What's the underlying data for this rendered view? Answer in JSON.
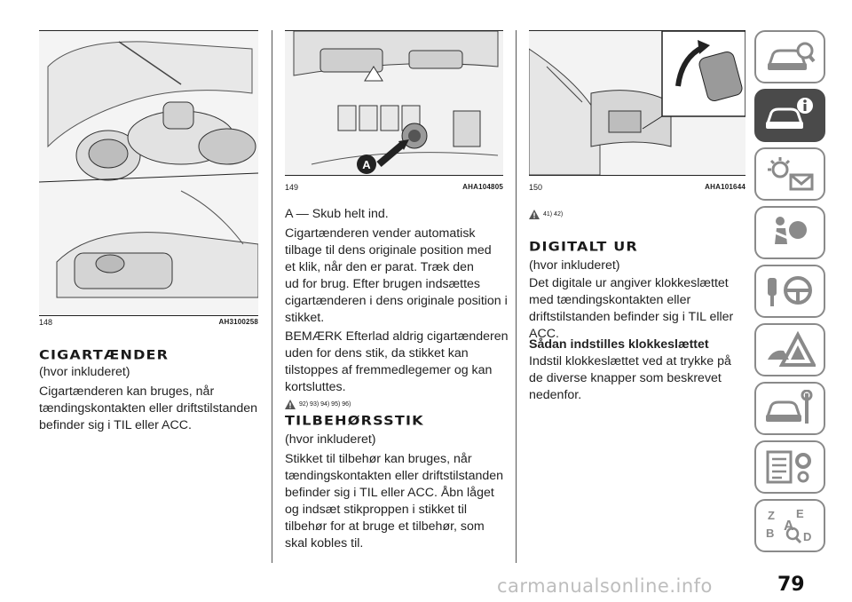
{
  "col1": {
    "figure_number": "148",
    "figure_code": "AH3100258",
    "heading": "CIGARTÆNDER",
    "para1": "(hvor inkluderet)",
    "para2_lines": [
      "Cigartænderen kan bruges, når",
      "tændingskontakten eller driftstilstanden",
      "befinder sig i TIL eller ACC."
    ]
  },
  "col2": {
    "figure_number": "149",
    "figure_code": "AHA104805",
    "figure_label": "A",
    "para1": "A — Skub helt ind.",
    "para2_lines": [
      "Cigartænderen vender automatisk",
      "tilbage til dens originale position med",
      "et klik, når den er parat. Træk den",
      "ud for brug. Efter brugen indsættes",
      "cigartænderen i dens originale position i",
      "stikket."
    ],
    "para3_lines": [
      "BEMÆRK Efterlad aldrig cigartænderen",
      "uden for dens stik, da stikket kan",
      "tilstoppes af fremmedlegemer og kan",
      "kortsluttes."
    ],
    "warn_refs": "92) 93) 94) 95) 96)",
    "heading": "TILBEHØRSSTIK",
    "para4": "(hvor inkluderet)",
    "para5_lines": [
      "Stikket til tilbehør kan bruges, når",
      "tændingskontakten eller driftstilstanden",
      "befinder sig i TIL eller ACC. Åbn låget",
      "og indsæt stikproppen i stikket til",
      "tilbehør for at bruge et tilbehør, som",
      "skal kobles til."
    ]
  },
  "col3": {
    "figure_number": "150",
    "figure_code": "AHA101644",
    "warn_refs": "41) 42)",
    "heading": "DIGITALT UR",
    "para1": "(hvor inkluderet)",
    "para2_lines": [
      "Det digitale ur angiver klokkeslættet",
      "med tændingskontakten eller",
      "driftstilstanden befinder sig i TIL eller",
      "ACC."
    ],
    "subheading": "Sådan indstilles klokkeslættet",
    "para3_lines": [
      "Indstil klokkeslættet ved at trykke på",
      "de diverse knapper som beskrevet",
      "nedenfor."
    ]
  },
  "tabs": [
    {
      "icon": "car-search-icon",
      "active": false
    },
    {
      "icon": "car-info-icon",
      "active": true
    },
    {
      "icon": "warning-lights-icon",
      "active": false
    },
    {
      "icon": "airbag-person-icon",
      "active": false
    },
    {
      "icon": "key-steering-wheel-icon",
      "active": false
    },
    {
      "icon": "road-hazard-triangle-icon",
      "active": false
    },
    {
      "icon": "car-tools-icon",
      "active": false
    },
    {
      "icon": "list-gears-icon",
      "active": false
    },
    {
      "icon": "alphabet-index-icon",
      "active": false
    }
  ],
  "page_number": "79",
  "watermark": "carmanualsonline.info",
  "colors": {
    "active_tab": "#4a4a4a",
    "tab_border": "#8a8a8a",
    "text": "#222222"
  }
}
